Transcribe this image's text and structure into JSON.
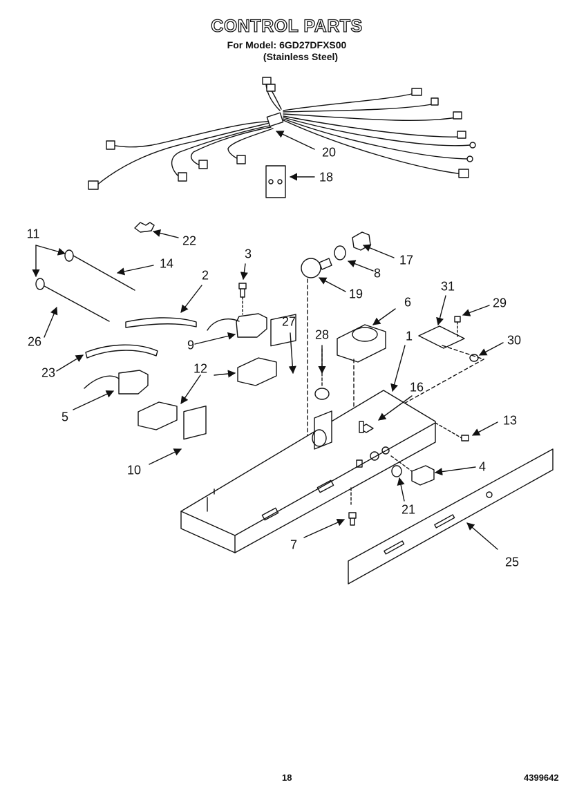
{
  "header": {
    "title": "CONTROL PARTS",
    "model_line": "For Model: 6GD27DFXS00",
    "finish_line": "(Stainless Steel)"
  },
  "callouts": {
    "p1": "1",
    "p2": "2",
    "p3": "3",
    "p4": "4",
    "p5": "5",
    "p6": "6",
    "p7": "7",
    "p8": "8",
    "p9": "9",
    "p10": "10",
    "p11": "11",
    "p12": "12",
    "p13": "13",
    "p14": "14",
    "p16": "16",
    "p17": "17",
    "p18": "18",
    "p19": "19",
    "p20": "20",
    "p21": "21",
    "p22": "22",
    "p23": "23",
    "p25": "25",
    "p26": "26",
    "p27": "27",
    "p28": "28",
    "p29": "29",
    "p30": "30",
    "p31": "31"
  },
  "footer": {
    "page_number": "18",
    "doc_number": "4399642"
  }
}
